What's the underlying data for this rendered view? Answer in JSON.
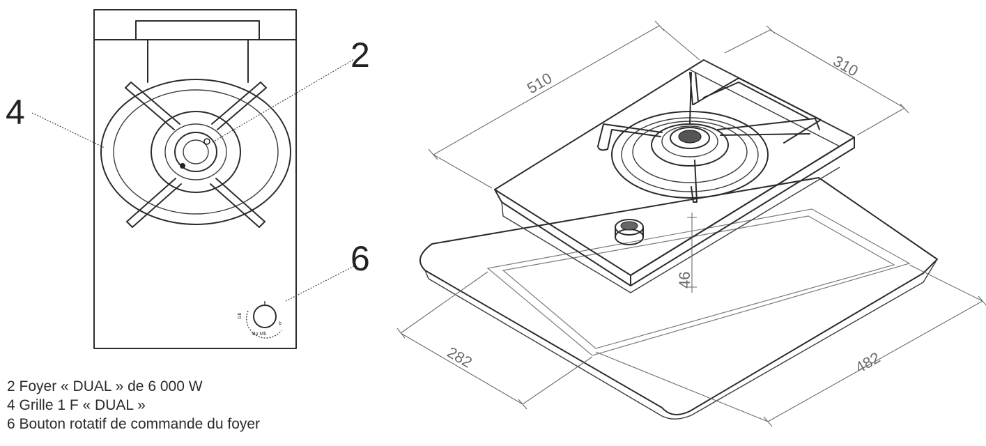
{
  "callouts": {
    "c2": "2",
    "c4": "4",
    "c6": "6"
  },
  "dimensions": {
    "width_510": "510",
    "depth_310": "310",
    "height_46": "46",
    "cutout_282": "282",
    "cutout_482": "482"
  },
  "legend": [
    "2 Foyer « DUAL » de 6 000 W",
    "4 Grille 1 F « DUAL »",
    "6 Bouton rotatif de commande du foyer"
  ],
  "knob_labels": {
    "left": "Gb",
    "bottom": "Bu Mb",
    "right": "b"
  }
}
